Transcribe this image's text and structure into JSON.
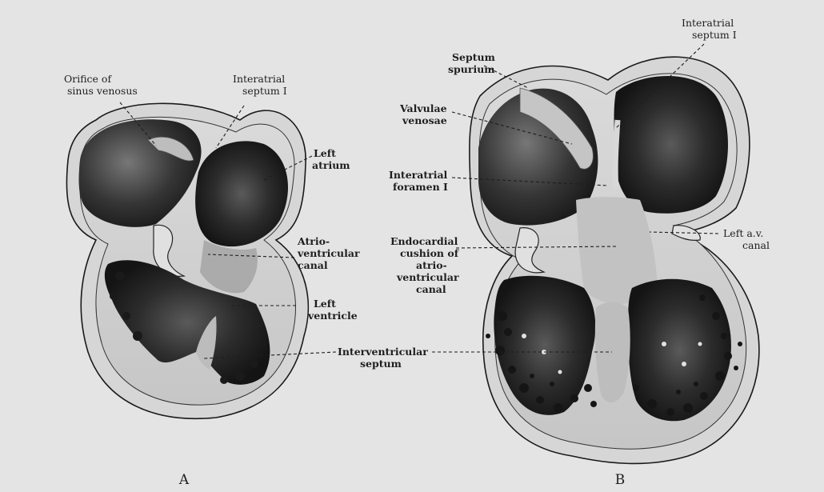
{
  "panels": {
    "a": "A",
    "b": "B"
  },
  "labels_a": {
    "orifice_line1": "Orifice of",
    "orifice_line2": "sinus venosus",
    "septum_line1": "Interatrial",
    "septum_line2": "septum I",
    "left_atrium_line1": "Left",
    "left_atrium_line2": "atrium",
    "av_canal_line1": "Atrio-",
    "av_canal_line2": "ventricular",
    "av_canal_line3": "canal",
    "left_ventricle_line1": "Left",
    "left_ventricle_line2": "ventricle"
  },
  "labels_shared": {
    "interventricular_line1": "Interventricular",
    "interventricular_line2": "septum"
  },
  "labels_b": {
    "septum_i_line1": "Interatrial",
    "septum_i_line2": "septum I",
    "spurium_line1": "Septum",
    "spurium_line2": "spurium",
    "valvulae_line1": "Valvulae",
    "valvulae_line2": "venosae",
    "foramen_line1": "Interatrial",
    "foramen_line2": "foramen I",
    "cushion_line1": "Endocardial",
    "cushion_line2": "cushion of",
    "cushion_line3": "atrio-",
    "cushion_line4": "ventricular",
    "cushion_line5": "canal",
    "left_av_line1": "Left a.v.",
    "left_av_line2": "canal"
  },
  "colors": {
    "background": "#e4e4e4",
    "cavity_dark": "#262626",
    "wall_light": "#d0d0d0"
  }
}
